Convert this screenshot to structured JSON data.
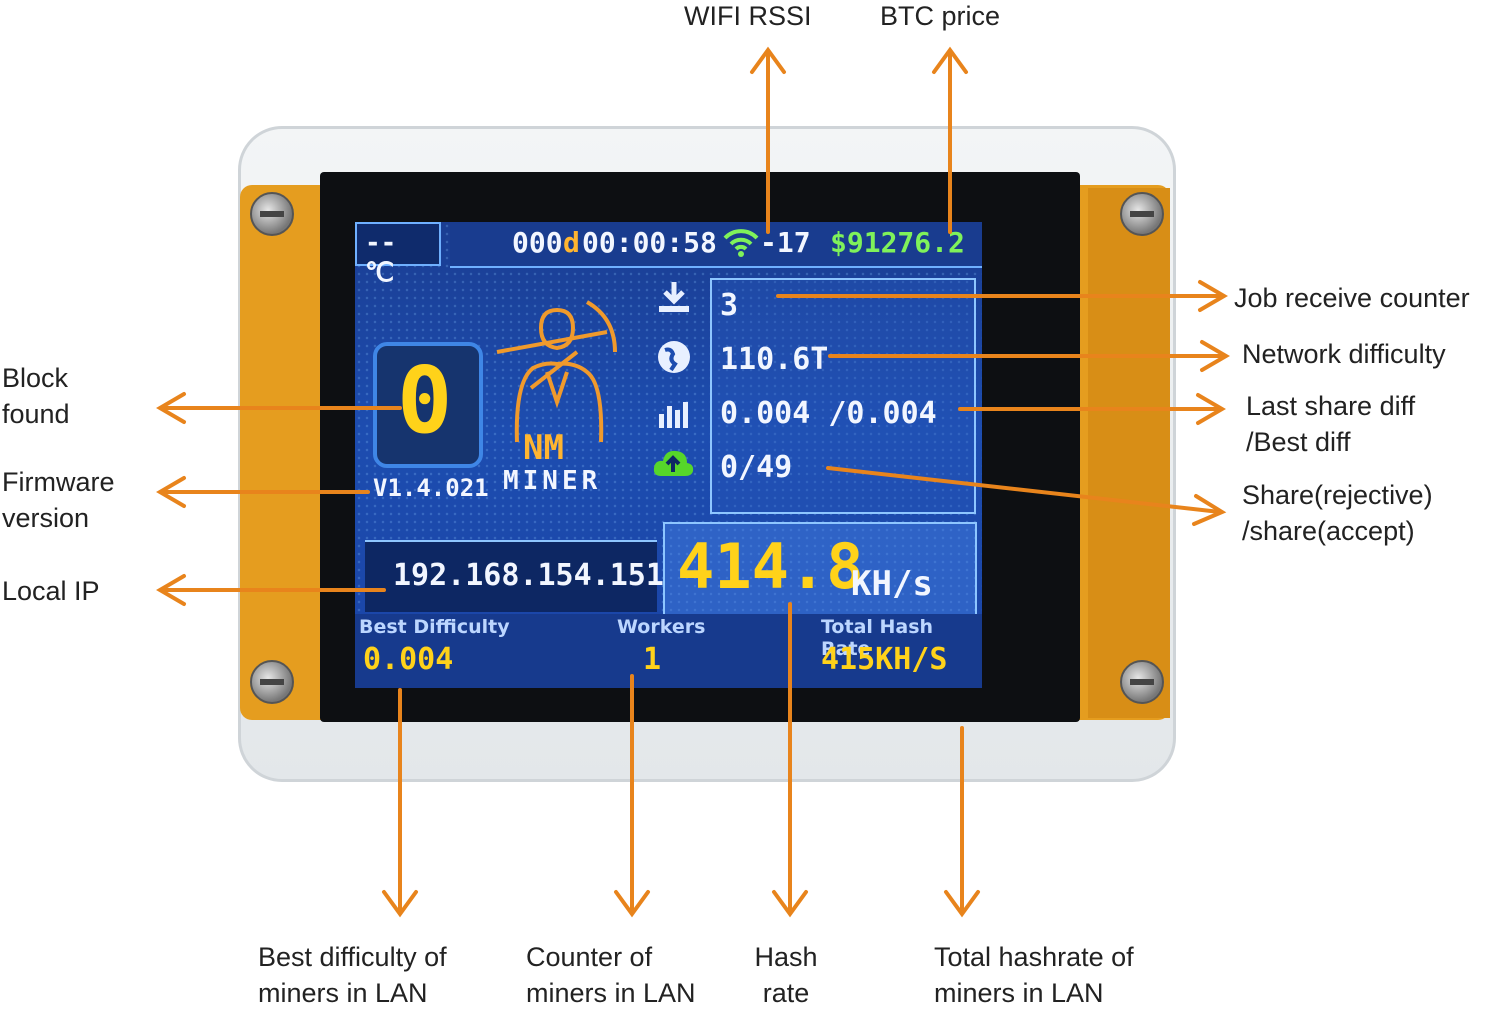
{
  "callouts": {
    "wifi_rssi": "WIFI RSSI",
    "btc_price": "BTC price",
    "job_receive_counter": "Job receive counter",
    "network_difficulty": "Network difficulty",
    "last_share_diff_1": "Last share diff",
    "last_share_diff_2": "/Best diff",
    "share_1": "Share(rejective)",
    "share_2": "/share(accept)",
    "block_found_1": "Block",
    "block_found_2": "found",
    "firmware_1": "Firmware",
    "firmware_2": "version",
    "local_ip": "Local IP",
    "best_diff_lan_1": "Best difficulty of",
    "best_diff_lan_2": "miners in LAN",
    "counter_lan_1": "Counter of",
    "counter_lan_2": "miners in LAN",
    "hash_rate_1": "Hash",
    "hash_rate_2": "rate",
    "total_hash_1": "Total hashrate of",
    "total_hash_2": "miners in LAN"
  },
  "screen": {
    "temperature": "-- ℃",
    "uptime_days": "000",
    "uptime_d": "d",
    "uptime_time": "00:00:58",
    "rssi": "-17",
    "btc_price": "$91276.2",
    "job_counter": "3",
    "network_difficulty": "110.6T",
    "share_diff": "0.004 /0.004",
    "shares": "0/49",
    "block_found": "0",
    "brand_top": "NM",
    "brand_bottom": "MINER",
    "firmware": "V1.4.021",
    "local_ip": "192.168.154.151",
    "hash_rate": "414.8",
    "hash_unit": "KH/s",
    "best_difficulty_label": "Best Difficulty",
    "best_difficulty": "0.004",
    "workers_label": "Workers",
    "workers": "1",
    "total_hash_label": "Total Hash Rate",
    "total_hash": "415KH/S"
  },
  "colors": {
    "arrow": "#e8841c",
    "screen_blue": "#1d4db0",
    "segment_yellow": "#ffd21a",
    "price_green": "#7ff25a"
  }
}
